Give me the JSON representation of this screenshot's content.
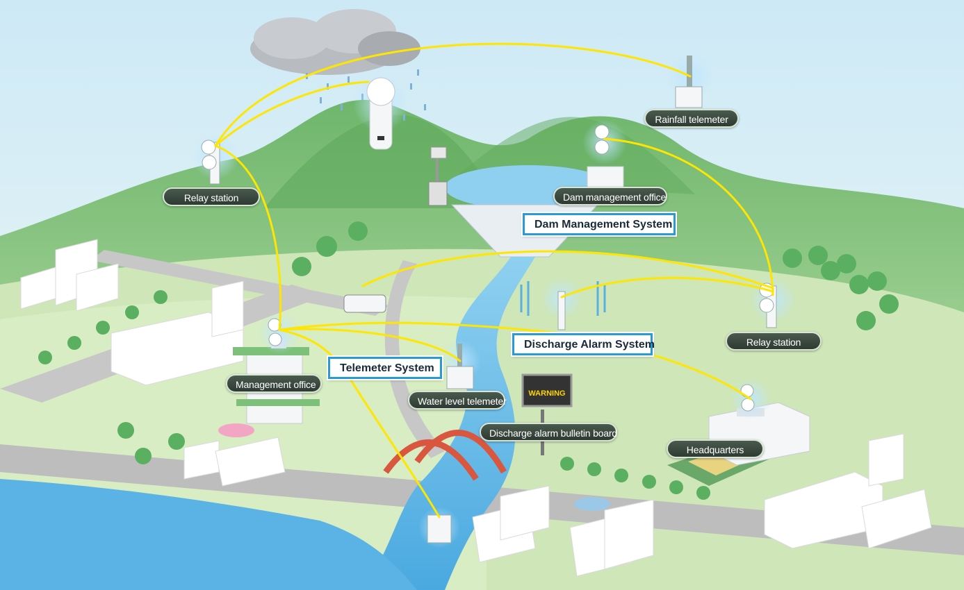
{
  "labels": {
    "rainfall_telemeter": "Rainfall telemeter",
    "relay_station_left": "Relay station",
    "dam_management_office": "Dam management office",
    "relay_station_right": "Relay station",
    "management_office": "Management office",
    "water_level_telemeter": "Water level telemeter",
    "discharge_alarm_bulletin_board": "Discharge alarm bulletin board",
    "headquarters": "Headquarters"
  },
  "systems": {
    "dam_management": "Dam Management System",
    "discharge_alarm": "Discharge Alarm System",
    "telemeter": "Telemeter System"
  },
  "signage": {
    "warning": "WARNING"
  },
  "colors": {
    "sky": "#dff1fa",
    "mountain": "#7fbf7a",
    "ground": "#cfe6b8",
    "river": "#6fbde8",
    "road": "#bfbfbf",
    "link": "#ffe600",
    "system_border": "#2a9ad6",
    "tag_bg": "#3a4a40",
    "bridge": "#d9573f"
  }
}
